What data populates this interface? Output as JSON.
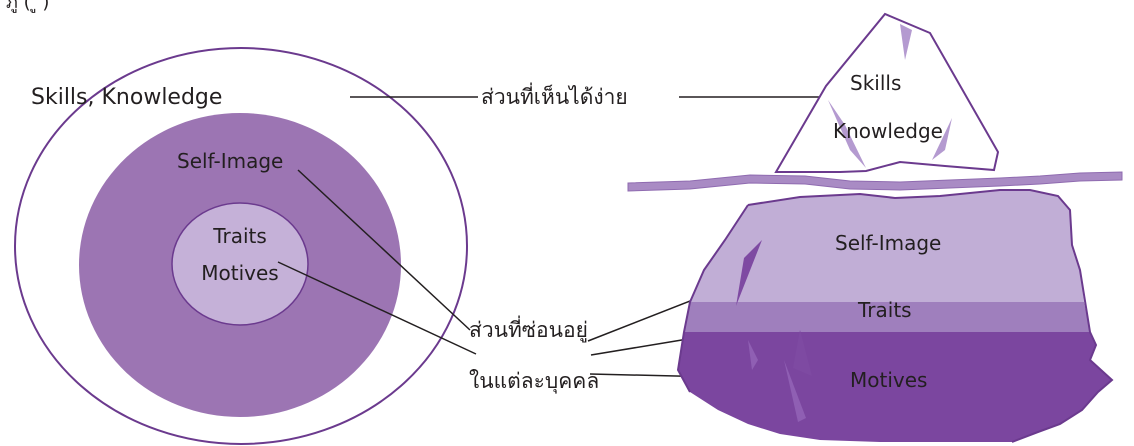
{
  "header": {
    "partial_caption": "ภู         (        ู       )"
  },
  "circle_model": {
    "outer_label": "Skills, Knowledge",
    "middle_label": "Self-Image",
    "inner_label_1": "Traits",
    "inner_label_2": "Motives"
  },
  "annotations": {
    "visible_part": "ส่วนที่เห็นได้ง่าย",
    "hidden_part_1": "ส่วนที่ซ่อนอยู่",
    "hidden_part_2": "ในแต่ละบุคคล"
  },
  "iceberg_model": {
    "tip_label_1": "Skills",
    "tip_label_2": "Knowledge",
    "band1_label": "Self-Image",
    "band2_label": "Traits",
    "band3_label": "Motives"
  },
  "colors": {
    "outline": "#6b3a8e",
    "middle_ring": "#9c75b3",
    "inner_circle": "#c5b1d8",
    "water_line": "#a98bc4",
    "ice_band1": "#c1aed6",
    "ice_band2": "#9f7fbd",
    "ice_band3": "#7b469f",
    "crack": "#7e4aa2",
    "line": "#231f20"
  }
}
